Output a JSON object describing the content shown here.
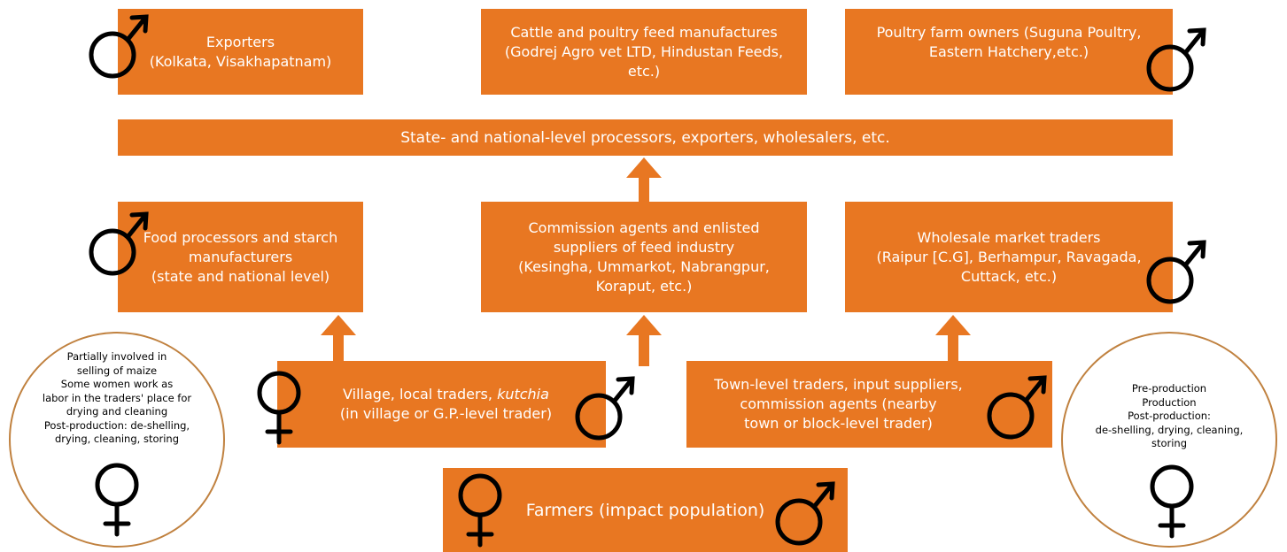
{
  "colors": {
    "box": "#e87722",
    "ring": "#c0813f",
    "symbol": "#000000"
  },
  "top_row": {
    "exporters": [
      "Exporters",
      "(Kolkata, Visakhapatnam)"
    ],
    "feed": [
      "Cattle and poultry feed manufactures",
      "(Godrej Agro vet LTD, Hindustan Feeds,",
      "etc.)"
    ],
    "poultry": [
      "Poultry farm owners (Suguna Poultry,",
      "Eastern Hatchery,etc.)"
    ]
  },
  "processors_bar": "State- and national-level processors, exporters, wholesalers, etc.",
  "middle_row": {
    "food": [
      "Food processors and starch",
      "manufacturers",
      "(state and national level)"
    ],
    "commission": [
      "Commission agents and enlisted",
      "suppliers of feed industry",
      "(Kesingha, Ummarkot, Nabrangpur,",
      "Koraput, etc.)"
    ],
    "wholesale": [
      "Wholesale market traders",
      "(Raipur [C.G], Berhampur, Ravagada,",
      "Cuttack, etc.)"
    ]
  },
  "lower_row": {
    "village_line1_prefix": "Village, local traders, ",
    "village_line1_italic": "kutchia",
    "village_line2": "(in village or G.P.-level trader)",
    "town": [
      "Town-level traders, input suppliers,",
      "commission agents (nearby",
      "town or block-level trader)"
    ]
  },
  "farmers": "Farmers (impact population)",
  "left_circle": [
    "Partially involved in",
    "selling of maize",
    "Some women work as",
    "labor in the traders' place for",
    "drying and cleaning",
    "Post-production: de-shelling,",
    "drying, cleaning, storing"
  ],
  "right_circle": [
    "Pre-production",
    "Production",
    "Post-production:",
    "de-shelling, drying, cleaning,",
    "storing"
  ],
  "icons": {
    "male": "male-symbol",
    "female": "female-symbol"
  }
}
